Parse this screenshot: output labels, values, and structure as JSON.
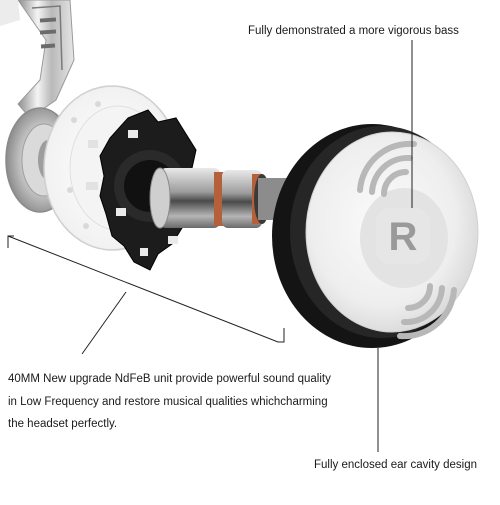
{
  "captions": {
    "top": "Fully demonstrated a more vigorous bass",
    "description_lines": [
      "40MM New upgrade NdFeB unit provide powerful sound quality",
      "in  Low Frequency and restore musical qualities whichcharming",
      "the headset perfectly."
    ],
    "bottom": "Fully enclosed ear cavity design"
  },
  "logo_letter": "R",
  "colors": {
    "cushion_black": "#141414",
    "cushion_white": "#f2f2f2",
    "shell_white": "#f7f7f7",
    "metal": "#c9c9c9",
    "copper": "#b4603b",
    "logo_gray": "#9a9a9a"
  }
}
